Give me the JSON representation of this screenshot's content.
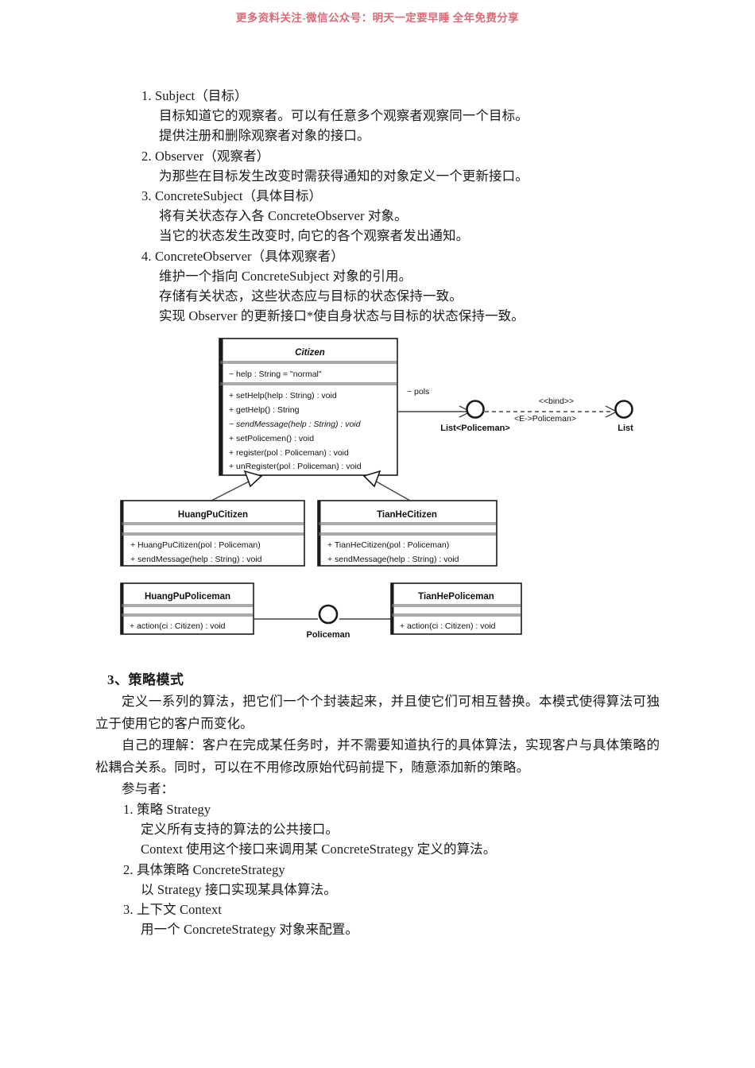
{
  "header": {
    "watermark": "更多资料关注-微信公众号：明天一定要早睡  全年免费分享"
  },
  "observer_participants": [
    {
      "num": "1.",
      "title": "Subject（目标）",
      "lines": [
        "目标知道它的观察者。可以有任意多个观察者观察同一个目标。",
        "提供注册和删除观察者对象的接口。"
      ]
    },
    {
      "num": "2.",
      "title": "Observer（观察者）",
      "lines": [
        "为那些在目标发生改变时需获得通知的对象定义一个更新接口。"
      ]
    },
    {
      "num": "3.",
      "title": "ConcreteSubject（具体目标）",
      "lines": [
        "将有关状态存入各 ConcreteObserver 对象。",
        "当它的状态发生改变时, 向它的各个观察者发出通知。"
      ]
    },
    {
      "num": "4.",
      "title": "ConcreteObserver（具体观察者）",
      "lines": [
        "维护一个指向 ConcreteSubject 对象的引用。",
        "存储有关状态，这些状态应与目标的状态保持一致。",
        "实现 Observer 的更新接口*使自身状态与目标的状态保持一致。"
      ]
    }
  ],
  "diagram": {
    "citizen": {
      "name": "Citizen",
      "attributes": [
        "~ help : String = \"normal\""
      ],
      "operations": [
        "+ setHelp(help : String) : void",
        "+ getHelp() : String",
        "~ sendMessage(help : String) : void",
        "+ setPolicemen() : void",
        "+ register(pol : Policeman) : void",
        "+ unRegister(pol : Policeman) : void"
      ]
    },
    "association": {
      "role": "~ pols",
      "provided_label": "List<Policeman>",
      "bind_stereotype": "<<bind>>",
      "bind_params": "<E->Policeman>",
      "target_label": "List"
    },
    "huangpu_citizen": {
      "name": "HuangPuCitizen",
      "attributes": [],
      "operations": [
        "+ HuangPuCitizen(pol : Policeman)",
        "+ sendMessage(help : String) : void"
      ]
    },
    "tianhe_citizen": {
      "name": "TianHeCitizen",
      "attributes": [],
      "operations": [
        "+ TianHeCitizen(pol : Policeman)",
        "+ sendMessage(help : String) : void"
      ]
    },
    "huangpu_policeman": {
      "name": "HuangPuPoliceman",
      "attributes": [],
      "operations": [
        "+ action(ci : Citizen) : void"
      ]
    },
    "tianhe_policeman": {
      "name": "TianHePoliceman",
      "attributes": [],
      "operations": [
        "+ action(ci : Citizen) : void"
      ]
    },
    "policeman_interface": "Policeman"
  },
  "section3": {
    "number": "3、",
    "title": "策略模式",
    "paragraphs": [
      "定义一系列的算法，把它们一个个封装起来，并且使它们可相互替换。本模式使得算法可独立于使用它的客户而变化。",
      "自己的理解：客户在完成某任务时，并不需要知道执行的具体算法，实现客户与具体策略的松耦合关系。同时，可以在不用修改原始代码前提下，随意添加新的策略。"
    ],
    "participants_label": "参与者：",
    "participants": [
      {
        "num": "1.",
        "title": "策略 Strategy",
        "lines": [
          "定义所有支持的算法的公共接口。",
          "Context 使用这个接口来调用某 ConcreteStrategy 定义的算法。"
        ]
      },
      {
        "num": "2.",
        "title": "具体策略 ConcreteStrategy",
        "lines": [
          "以 Strategy 接口实现某具体算法。"
        ]
      },
      {
        "num": "3.",
        "title": "上下文 Context",
        "lines": [
          "用一个 ConcreteStrategy 对象来配置。"
        ]
      }
    ]
  }
}
